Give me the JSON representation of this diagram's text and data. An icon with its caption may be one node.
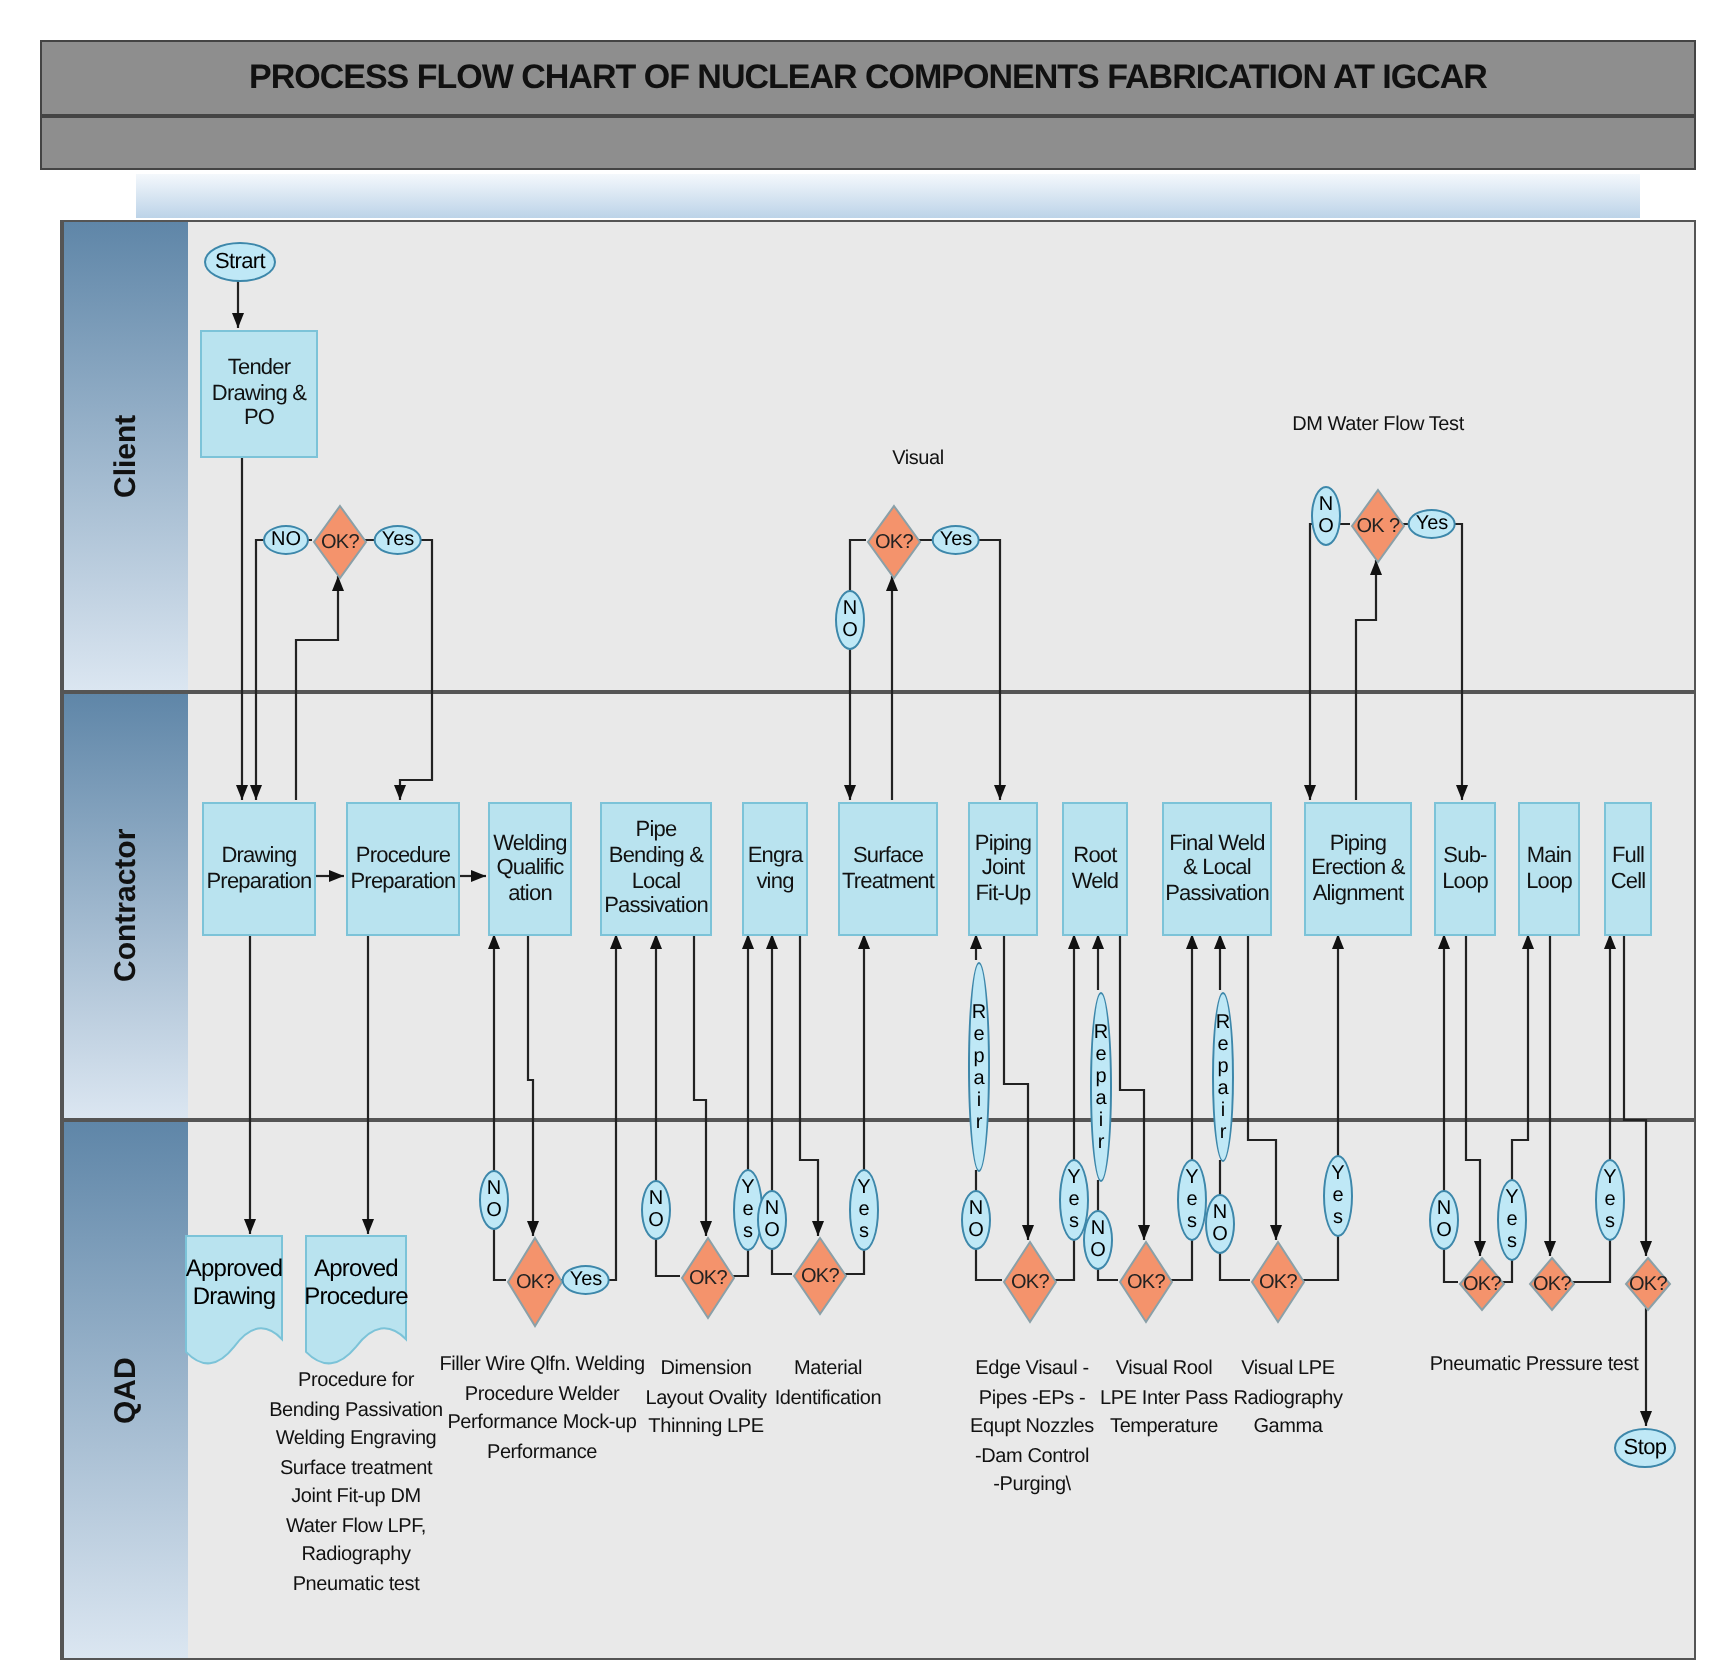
{
  "diagram": {
    "title": "PROCESS FLOW CHART OF NUCLEAR COMPONENTS FABRICATION AT IGCAR",
    "nodes": [
      {
        "text": [
          "Client"
        ]
      },
      {
        "text": [
          "Contractor"
        ]
      },
      {
        "text": [
          "QAD"
        ]
      },
      {
        "text": [
          "Strart"
        ],
        "in": 0
      },
      {
        "text": [
          "Tender Drawing & PO"
        ],
        "in": 0
      },
      {
        "text": [
          "OK?"
        ],
        "in": 0
      },
      {
        "text": [
          "OK?"
        ],
        "in": 0,
        "beside": [
          "Visual"
        ]
      },
      {
        "text": [
          "OK ?"
        ],
        "in": 0,
        "beside": [
          "DM Water Flow Test"
        ]
      },
      {
        "text": [
          "Drawing Preparation"
        ],
        "in": 1
      },
      {
        "text": [
          "Procedure Preparation"
        ],
        "in": 1
      },
      {
        "text": [
          "Welding Qualific ation"
        ],
        "in": 1
      },
      {
        "text": [
          "Pipe Bending & Local Passivation"
        ],
        "in": 1
      },
      {
        "text": [
          "Engra ving"
        ],
        "in": 1
      },
      {
        "text": [
          "Surface Treatment"
        ],
        "in": 1
      },
      {
        "text": [
          "Piping Joint Fit-Up"
        ],
        "in": 1
      },
      {
        "text": [
          "Root Weld"
        ],
        "in": 1
      },
      {
        "text": [
          "Final Weld & Local Passivation"
        ],
        "in": 1
      },
      {
        "text": [
          "Piping Erection & Alignment"
        ],
        "in": 1
      },
      {
        "text": [
          "Sub- Loop"
        ],
        "in": 1
      },
      {
        "text": [
          "Main Loop"
        ],
        "in": 1
      },
      {
        "text": [
          "Full Cell"
        ],
        "in": 1
      },
      {
        "text": [
          "Approved Drawing"
        ],
        "in": 2
      },
      {
        "text": [
          "Aproved Procedure"
        ],
        "in": 2,
        "beside": [
          "Procedure for Bending Passivation Welding Engraving Surface treatment Joint Fit-up DM Water Flow LPF, Radiography Pneumatic test"
        ]
      },
      {
        "text": [
          "OK?"
        ],
        "in": 2,
        "beside": [
          "Filler Wire Qlfn. Welding Procedure Welder Performance Mock-up Performance"
        ]
      },
      {
        "text": [
          "OK?"
        ],
        "in": 2,
        "beside": [
          "Dimension Layout Ovality Thinning LPE"
        ]
      },
      {
        "text": [
          "OK?"
        ],
        "in": 2,
        "beside": [
          "Material Identification"
        ]
      },
      {
        "text": [
          "OK?"
        ],
        "in": 2,
        "beside": [
          "Edge Visaul -Pipes -EPs -Equpt Nozzles -Dam Control -Purging\\"
        ]
      },
      {
        "text": [
          "OK?"
        ],
        "in": 2,
        "beside": [
          "Visual Rool LPE Inter Pass Temperature"
        ]
      },
      {
        "text": [
          "OK?"
        ],
        "in": 2,
        "beside": [
          "Visual LPE Radiography Gamma"
        ]
      },
      {
        "text": [
          "OK?"
        ],
        "in": 2
      },
      {
        "text": [
          "OK?"
        ],
        "in": 2
      },
      {
        "text": [
          "OK?"
        ],
        "in": 2
      },
      {
        "text": [
          "Stop"
        ],
        "in": 2
      },
      {
        "text": [
          "Repair"
        ],
        "in": 1
      },
      {
        "text": [
          "Repair"
        ],
        "in": 1
      },
      {
        "text": [
          "Repair"
        ],
        "in": 1
      }
    ],
    "edges": [
      {
        "from": 3,
        "to": 4,
        "arrow": "to"
      },
      {
        "from": 4,
        "to": 8,
        "arrow": "to"
      },
      {
        "from": 8,
        "to": 5,
        "arrow": "to"
      },
      {
        "from": 5,
        "to": 8,
        "label": "NO",
        "arrow": "to"
      },
      {
        "from": 5,
        "to": 9,
        "label": "Yes",
        "arrow": "to"
      },
      {
        "from": 8,
        "to": 9,
        "arrow": "to"
      },
      {
        "from": 9,
        "to": 10,
        "arrow": "to"
      },
      {
        "from": 8,
        "to": 21,
        "arrow": "to"
      },
      {
        "from": 9,
        "to": 22,
        "arrow": "to"
      },
      {
        "from": 10,
        "to": 23,
        "arrow": "to"
      },
      {
        "from": 23,
        "to": 10,
        "label": "NO",
        "arrow": "to"
      },
      {
        "from": 23,
        "to": 11,
        "label": "Yes",
        "arrow": "to"
      },
      {
        "from": 11,
        "to": 24,
        "arrow": "to"
      },
      {
        "from": 24,
        "to": 11,
        "label": "NO",
        "arrow": "to"
      },
      {
        "from": 24,
        "to": 12,
        "label": "Yes",
        "arrow": "to"
      },
      {
        "from": 12,
        "to": 25,
        "arrow": "to"
      },
      {
        "from": 25,
        "to": 12,
        "label": "NO",
        "arrow": "to"
      },
      {
        "from": 25,
        "to": 13,
        "label": "Yes",
        "arrow": "to"
      },
      {
        "from": 13,
        "to": 6,
        "arrow": "to"
      },
      {
        "from": 6,
        "to": 13,
        "label": "NO",
        "arrow": "to"
      },
      {
        "from": 6,
        "to": 14,
        "label": "Yes",
        "arrow": "to"
      },
      {
        "from": 14,
        "to": 26,
        "arrow": "to"
      },
      {
        "from": 26,
        "to": 33,
        "label": "NO",
        "arrow": "none"
      },
      {
        "from": 33,
        "to": 14,
        "arrow": "to"
      },
      {
        "from": 26,
        "to": 15,
        "label": "Yes",
        "arrow": "to"
      },
      {
        "from": 15,
        "to": 27,
        "arrow": "to"
      },
      {
        "from": 27,
        "to": 34,
        "label": "NO",
        "arrow": "none"
      },
      {
        "from": 34,
        "to": 15,
        "arrow": "to"
      },
      {
        "from": 27,
        "to": 16,
        "label": "Yes",
        "arrow": "to"
      },
      {
        "from": 16,
        "to": 28,
        "arrow": "to"
      },
      {
        "from": 28,
        "to": 35,
        "label": "NO",
        "arrow": "none"
      },
      {
        "from": 35,
        "to": 16,
        "arrow": "to"
      },
      {
        "from": 28,
        "to": 17,
        "label": "Yes",
        "arrow": "to"
      },
      {
        "from": 17,
        "to": 7,
        "arrow": "to"
      },
      {
        "from": 7,
        "to": 17,
        "label": "NO",
        "arrow": "to"
      },
      {
        "from": 7,
        "to": 18,
        "label": "Yes",
        "arrow": "to"
      },
      {
        "from": 18,
        "to": 29,
        "arrow": "to"
      },
      {
        "from": 29,
        "to": 18,
        "label": "NO",
        "arrow": "to"
      },
      {
        "from": 29,
        "to": 19,
        "label": "Yes",
        "arrow": "to"
      },
      {
        "from": 19,
        "to": 30,
        "arrow": "to"
      },
      {
        "from": 30,
        "to": 20,
        "label": "Yes",
        "arrow": "to"
      },
      {
        "from": 20,
        "to": 31,
        "arrow": "to"
      },
      {
        "from": 31,
        "to": 32,
        "arrow": "to"
      }
    ],
    "labels": [
      "Pneumatic Pressure test"
    ]
  }
}
